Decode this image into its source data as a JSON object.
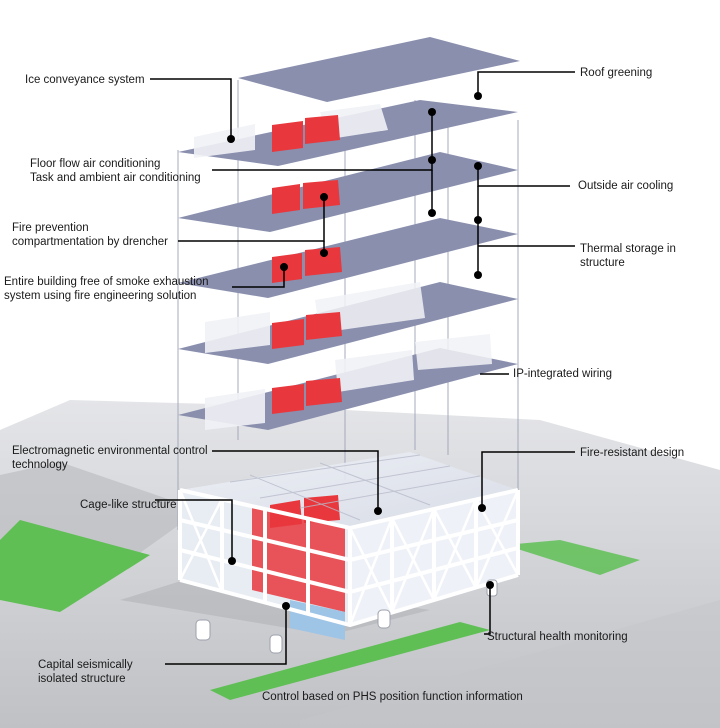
{
  "labels": {
    "ice_conveyance": "Ice conveyance system",
    "floor_flow_line1": "Floor flow air conditioning",
    "floor_flow_line2": "Task and ambient air conditioning",
    "fire_prevention_line1": "Fire prevention",
    "fire_prevention_line2": "compartmentation by drencher",
    "smoke_line1": "Entire building free of smoke exhaustion",
    "smoke_line2": "system using fire engineering solution",
    "electromagnetic_line1": "Electromagnetic environmental control",
    "electromagnetic_line2": "technology",
    "cage_like": "Cage-like structure",
    "capital_seismic_line1": "Capital seismically",
    "capital_seismic_line2": "isolated structure",
    "roof_greening": "Roof greening",
    "outside_air_cooling": "Outside air cooling",
    "thermal_storage_line1": "Thermal storage in",
    "thermal_storage_line2": "structure",
    "ip_wiring": "IP-integrated wiring",
    "fire_resistant": "Fire-resistant design",
    "structural_health": "Structural health monitoring",
    "phs_control": "Control based on PHS position function information"
  },
  "colors": {
    "slab": "#8a8fae",
    "slab_edge": "#6f7496",
    "red_block": "#e8383d",
    "ghost_block": "#f1f2f6",
    "ground": "#c9cbcf",
    "grass": "#5fbf55",
    "frame": "#ffffff",
    "leader": "#000000"
  }
}
